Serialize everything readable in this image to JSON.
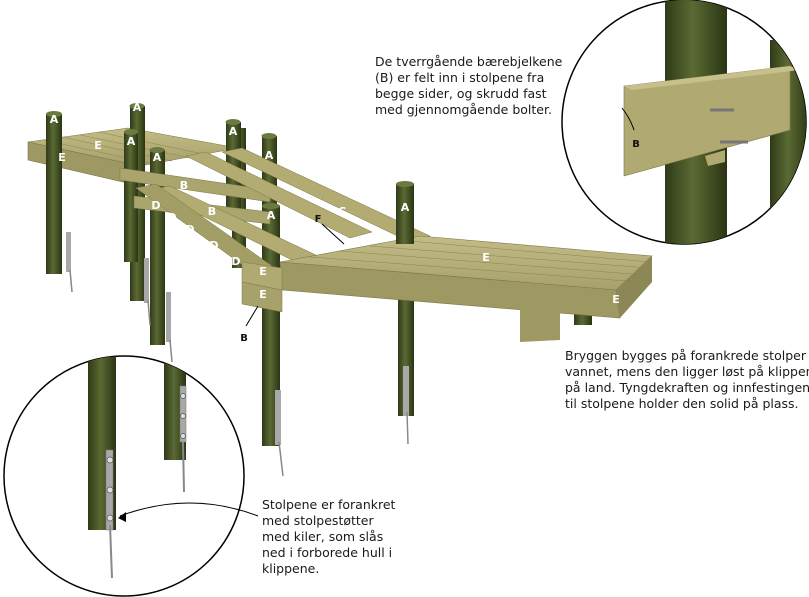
{
  "captions": {
    "top": [
      "De tverrgående bærebjelkene",
      "(B) er felt inn i stolpene fra",
      "begge sider, og skrudd fast",
      "med gjennomgående bolter."
    ],
    "right": [
      "Bryggen bygges på forankrede stolper i",
      "vannet, mens den ligger løst på klippene",
      "på land. Tyngdekraften og innfestingen",
      "til stolpene holder den solid på plass."
    ],
    "bottom": [
      "Stolpene er forankret",
      "med stolpestøtter",
      "med kiler, som slås",
      "ned i forborede hull i",
      "klippene."
    ]
  },
  "labels": {
    "A": "A",
    "B": "B",
    "C": "C",
    "D": "D",
    "E": "E",
    "F": "F"
  },
  "colors": {
    "deck": "#b8b07a",
    "deck_dark": "#8f8a58",
    "beam": "#a9a46c",
    "post": "#3d4a22",
    "post_light": "#5a6a35",
    "hardware": "#9a9a9a",
    "line": "#000000"
  }
}
